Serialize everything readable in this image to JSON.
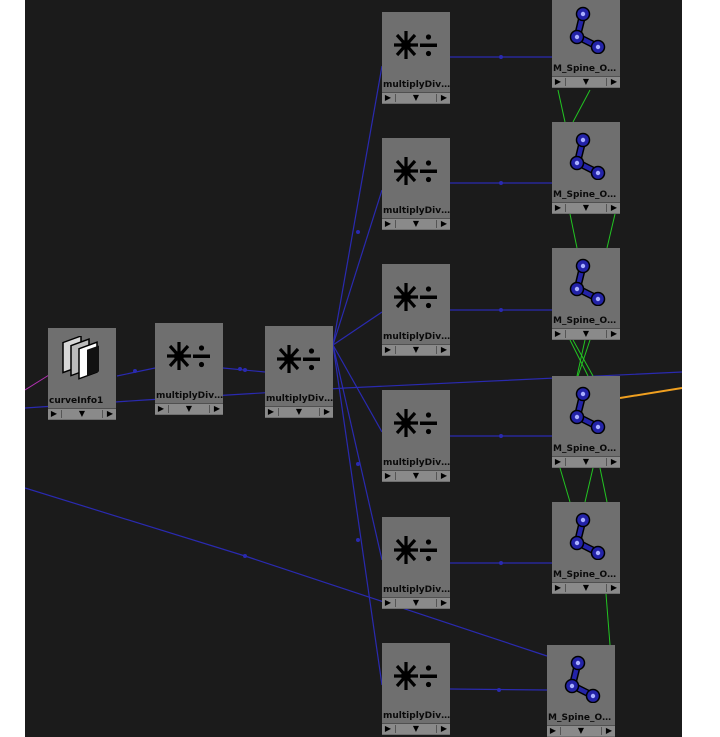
{
  "graph": {
    "nodes": {
      "curve_info": {
        "label": "curveInfo1",
        "icon": "curve-info-icon"
      },
      "md_a": {
        "label": "multiplyDiv…",
        "icon": "multiply-divide-icon"
      },
      "md_b": {
        "label": "multiplyDiv…",
        "icon": "multiply-divide-icon"
      },
      "md_1": {
        "label": "multiplyDiv…",
        "icon": "multiply-divide-icon"
      },
      "md_2": {
        "label": "multiplyDiv…",
        "icon": "multiply-divide-icon"
      },
      "md_3": {
        "label": "multiplyDiv…",
        "icon": "multiply-divide-icon"
      },
      "md_4": {
        "label": "multiplyDiv…",
        "icon": "multiply-divide-icon"
      },
      "md_5": {
        "label": "multiplyDiv…",
        "icon": "multiply-divide-icon"
      },
      "md_6": {
        "label": "multiplyDiv…",
        "icon": "multiply-divide-icon"
      },
      "jnt_1": {
        "label": "M_Spine_O…",
        "icon": "joint-icon"
      },
      "jnt_2": {
        "label": "M_Spine_O…",
        "icon": "joint-icon"
      },
      "jnt_3": {
        "label": "M_Spine_O…",
        "icon": "joint-icon"
      },
      "jnt_4": {
        "label": "M_Spine_O…",
        "icon": "joint-icon"
      },
      "jnt_5": {
        "label": "M_Spine_O…",
        "icon": "joint-icon"
      },
      "jnt_6": {
        "label": "M_Spine_O…",
        "icon": "joint-icon"
      }
    },
    "port_glyphs": {
      "left": "▶",
      "mid": "▼",
      "right": "▶"
    },
    "colors": {
      "background": "#1b1b1b",
      "node": "#6f6f6f",
      "wire_blue": "#2a2ab0",
      "wire_green": "#22c422",
      "wire_orange": "#f0a020",
      "wire_magenta": "#b030b0",
      "joint_icon": "#2323a8"
    }
  }
}
